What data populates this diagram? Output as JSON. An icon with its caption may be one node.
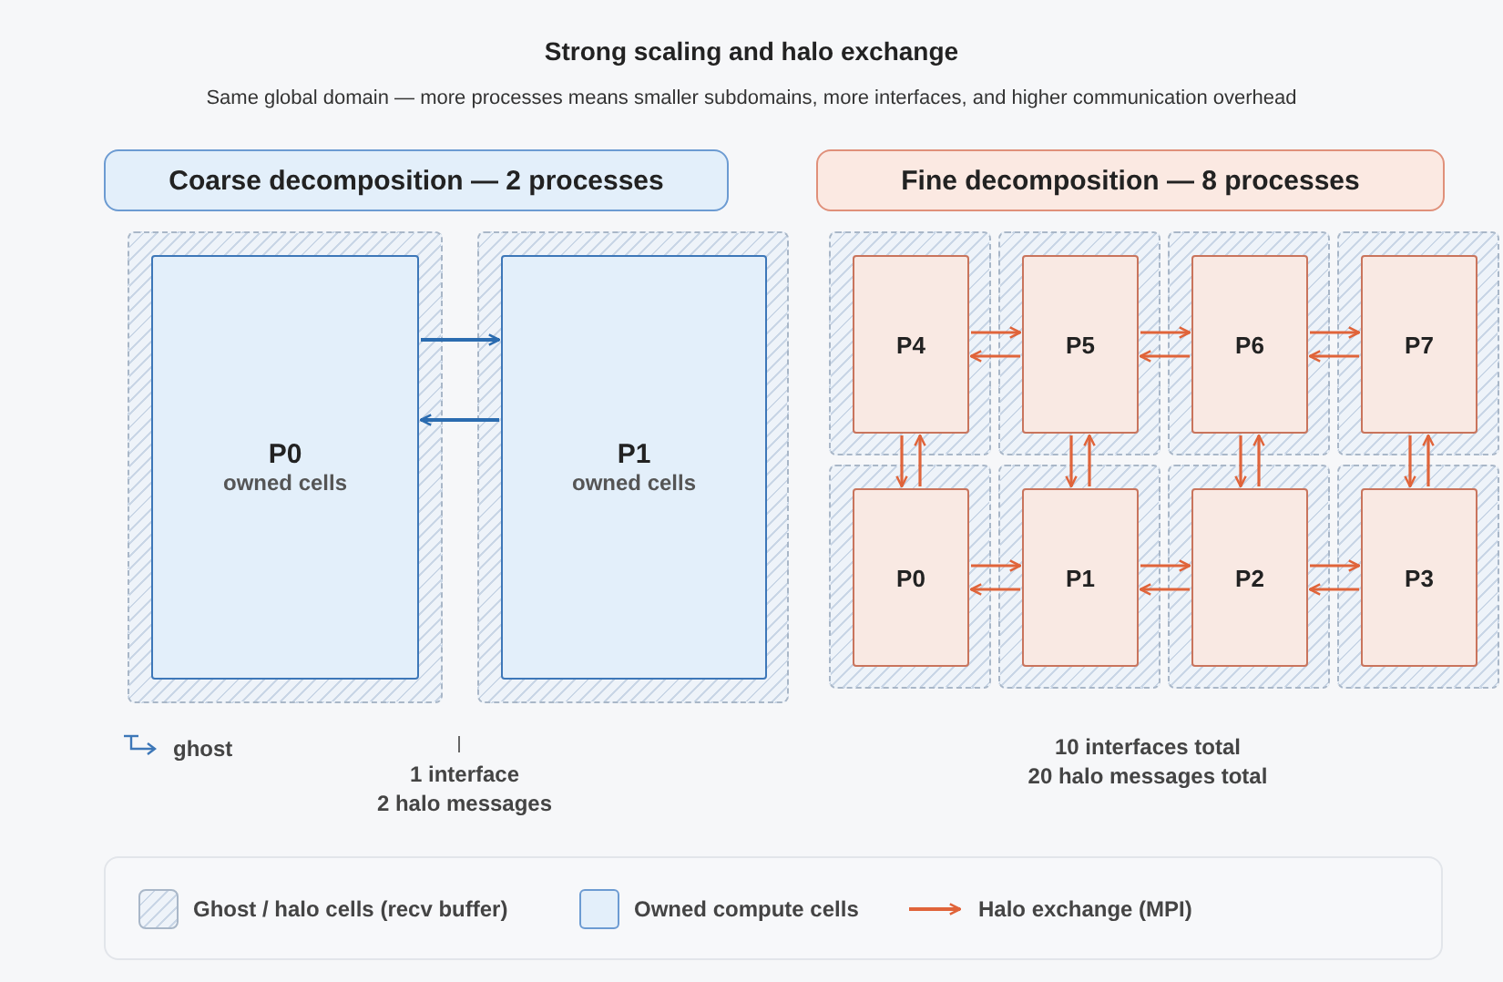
{
  "diagram": {
    "title": "Strong scaling and halo exchange",
    "nodes": [
      {
        "text": [
          "Coarse decomposition — 2 processes"
        ]
      },
      {
        "text": [
          "P0",
          "owned cells"
        ]
      },
      {
        "text": [
          "P1",
          "owned cells"
        ]
      },
      {
        "text": [
          "Fine decomposition — 8 processes"
        ]
      },
      {
        "text": [
          "P4"
        ]
      },
      {
        "text": [
          "P5"
        ]
      },
      {
        "text": [
          "P6"
        ]
      },
      {
        "text": [
          "P7"
        ]
      },
      {
        "text": [
          "P0"
        ]
      },
      {
        "text": [
          "P1"
        ]
      },
      {
        "text": [
          "P2"
        ]
      },
      {
        "text": [
          "P3"
        ]
      }
    ],
    "edges": [
      {
        "from": 1,
        "to": 2,
        "arrow": "to",
        "color": "#2b6cb0"
      },
      {
        "from": 2,
        "to": 1,
        "arrow": "to",
        "color": "#2b6cb0"
      },
      {
        "from": 4,
        "to": 5,
        "arrow": "to"
      },
      {
        "from": 5,
        "to": 4,
        "arrow": "to"
      },
      {
        "from": 5,
        "to": 6,
        "arrow": "to"
      },
      {
        "from": 6,
        "to": 5,
        "arrow": "to"
      },
      {
        "from": 6,
        "to": 7,
        "arrow": "to"
      },
      {
        "from": 7,
        "to": 6,
        "arrow": "to"
      },
      {
        "from": 4,
        "to": 8,
        "arrow": "to"
      },
      {
        "from": 8,
        "to": 4,
        "arrow": "to"
      },
      {
        "from": 5,
        "to": 9,
        "arrow": "to"
      },
      {
        "from": 9,
        "to": 5,
        "arrow": "to"
      },
      {
        "from": 6,
        "to": 10,
        "arrow": "to"
      },
      {
        "from": 10,
        "to": 6,
        "arrow": "to"
      },
      {
        "from": 7,
        "to": 11,
        "arrow": "to"
      },
      {
        "from": 11,
        "to": 7,
        "arrow": "to"
      },
      {
        "from": 8,
        "to": 9,
        "arrow": "to"
      },
      {
        "from": 9,
        "to": 8,
        "arrow": "to"
      },
      {
        "from": 9,
        "to": 10,
        "arrow": "to"
      },
      {
        "from": 10,
        "to": 9,
        "arrow": "to"
      },
      {
        "from": 10,
        "to": 11,
        "arrow": "to"
      },
      {
        "from": 11,
        "to": 10,
        "arrow": "to"
      }
    ],
    "labels": [
      "Same global domain — more processes means smaller subdomains, more interfaces, and higher communication overhead",
      "ghost",
      "1 interface",
      "2 halo messages",
      "10 interfaces total",
      "20 halo messages total"
    ],
    "legend": [
      {
        "text": "Ghost / halo cells (recv buffer)"
      },
      {
        "text": "Owned compute cells",
        "color": "#e3effa"
      },
      {
        "text": "Halo exchange (MPI)"
      }
    ]
  }
}
